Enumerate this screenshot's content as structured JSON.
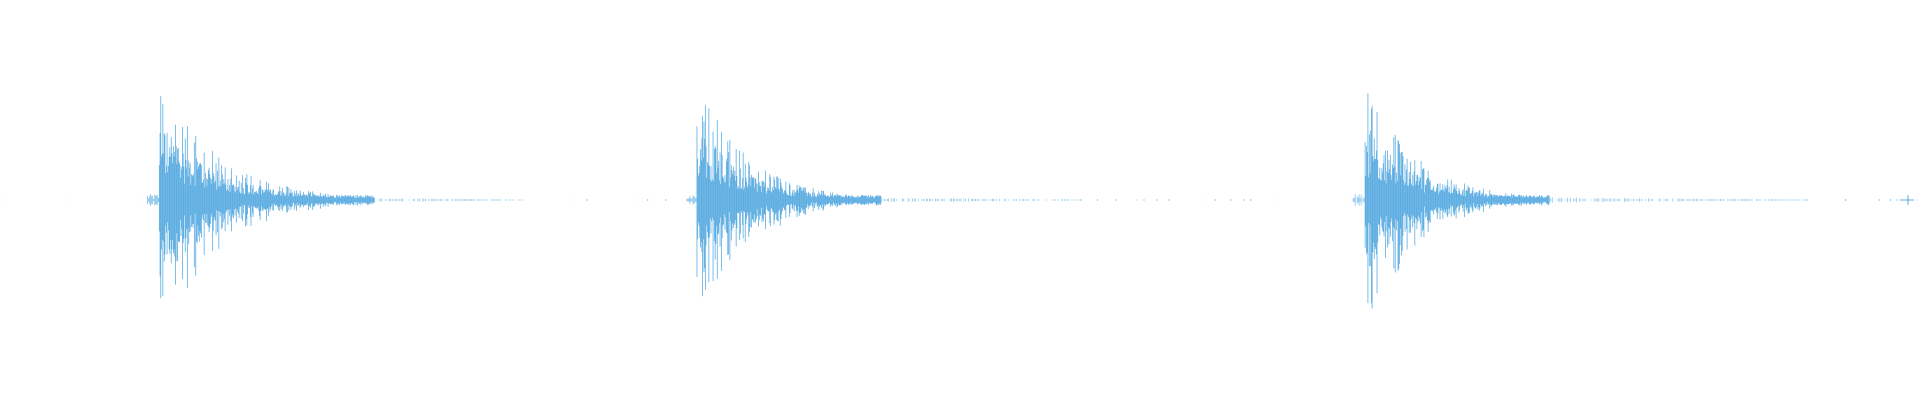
{
  "waveform": {
    "color": "#5DADE2",
    "background": "#FFFFFF",
    "bursts": [
      {
        "onset": 0.083,
        "peak": 0.98,
        "decay": 0.035,
        "tail": 0.19
      },
      {
        "onset": 0.363,
        "peak": 0.96,
        "decay": 0.03,
        "tail": 0.2
      },
      {
        "onset": 0.711,
        "peak": 0.97,
        "decay": 0.03,
        "tail": 0.23
      }
    ],
    "end_marker": true
  }
}
